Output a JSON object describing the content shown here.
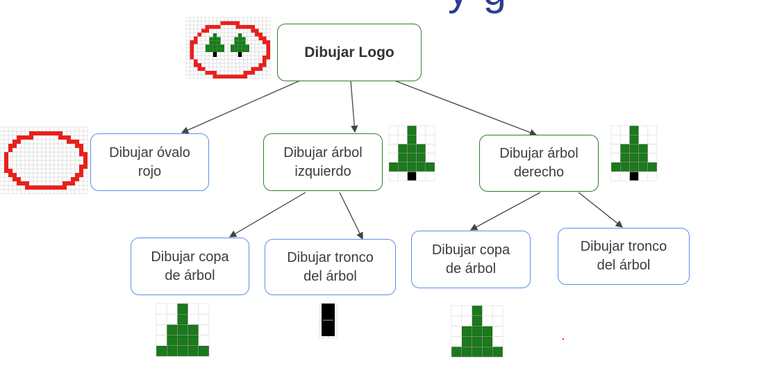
{
  "title_fragment": "y      g",
  "colors": {
    "tree_green": "#1b7a1b",
    "trunk_black": "#000000",
    "oval_red": "#e8201c",
    "grid_line": "#d9d9d9",
    "node_green_border": "#2e7d32",
    "node_blue_border": "#5b8fe6",
    "arrow": "#444444"
  },
  "nodes": {
    "root": "Dibujar Logo",
    "oval": "Dibujar óvalo\nrojo",
    "left_tree": "Dibujar árbol\nizquierdo",
    "right_tree": "Dibujar árbol\nderecho",
    "left_crown": "Dibujar copa\nde árbol",
    "left_trunk": "Dibujar tronco\ndel árbol",
    "right_crown": "Dibujar copa\nde árbol",
    "right_trunk": "Dibujar tronco\ndel árbol"
  },
  "icons": {
    "logo": "logo-two-trees-in-red-oval-icon",
    "oval": "red-oval-icon",
    "tree": "pixel-tree-icon",
    "crown": "pixel-tree-crown-icon",
    "trunk": "pixel-trunk-icon"
  }
}
